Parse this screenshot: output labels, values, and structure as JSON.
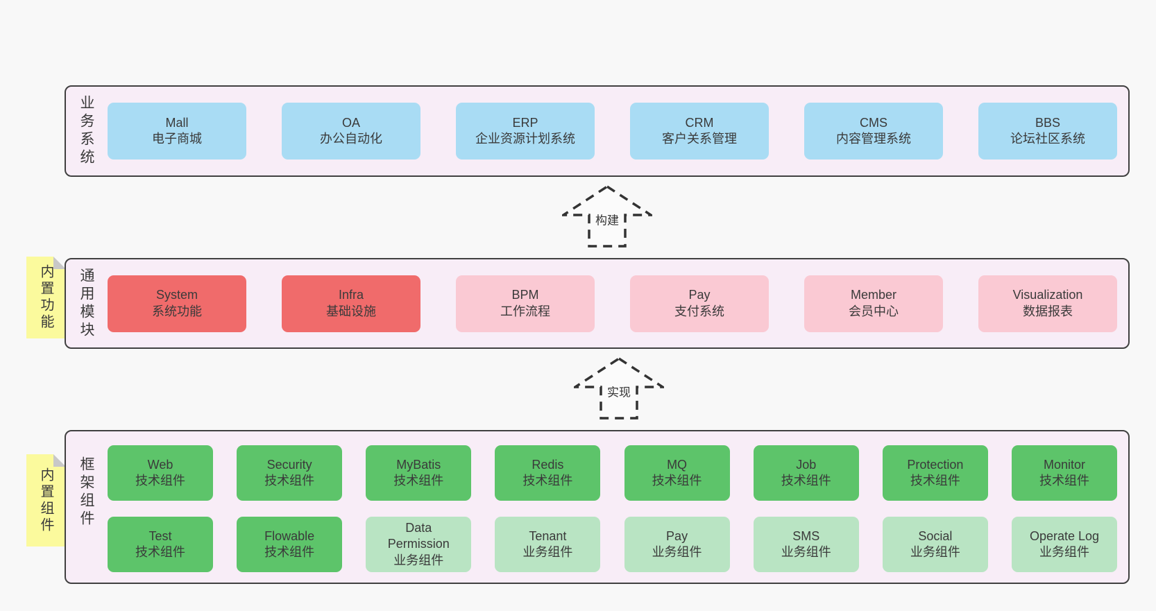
{
  "colors": {
    "page_bg": "#f8f8f8",
    "layer_bg": "#f8edf7",
    "layer_border": "#404040",
    "blue": "#a9dcf4",
    "red": "#f06b6b",
    "pink": "#fac9d3",
    "green": "#5dc46a",
    "lightgreen": "#b9e4c3",
    "note_yellow": "#fbfa9d",
    "note_fold_gray": "#c8c8c8",
    "text": "#3a3a3a"
  },
  "layers": [
    {
      "id": "business-systems",
      "label": "业务系统",
      "boxes": [
        {
          "name": "Mall",
          "desc": "电子商城",
          "variant": "blue"
        },
        {
          "name": "OA",
          "desc": "办公自动化",
          "variant": "blue"
        },
        {
          "name": "ERP",
          "desc": "企业资源计划系统",
          "variant": "blue"
        },
        {
          "name": "CRM",
          "desc": "客户关系管理",
          "variant": "blue"
        },
        {
          "name": "CMS",
          "desc": "内容管理系统",
          "variant": "blue"
        },
        {
          "name": "BBS",
          "desc": "论坛社区系统",
          "variant": "blue"
        }
      ]
    },
    {
      "id": "common-modules",
      "label": "通用模块",
      "note": "内置功能",
      "boxes": [
        {
          "name": "System",
          "desc": "系统功能",
          "variant": "red"
        },
        {
          "name": "Infra",
          "desc": "基础设施",
          "variant": "red"
        },
        {
          "name": "BPM",
          "desc": "工作流程",
          "variant": "pink"
        },
        {
          "name": "Pay",
          "desc": "支付系统",
          "variant": "pink"
        },
        {
          "name": "Member",
          "desc": "会员中心",
          "variant": "pink"
        },
        {
          "name": "Visualization",
          "desc": "数据报表",
          "variant": "pink"
        }
      ]
    },
    {
      "id": "framework-components",
      "label": "框架组件",
      "note": "内置组件",
      "rows": [
        [
          {
            "name": "Web",
            "desc": "技术组件",
            "variant": "green"
          },
          {
            "name": "Security",
            "desc": "技术组件",
            "variant": "green"
          },
          {
            "name": "MyBatis",
            "desc": "技术组件",
            "variant": "green"
          },
          {
            "name": "Redis",
            "desc": "技术组件",
            "variant": "green"
          },
          {
            "name": "MQ",
            "desc": "技术组件",
            "variant": "green"
          },
          {
            "name": "Job",
            "desc": "技术组件",
            "variant": "green"
          },
          {
            "name": "Protection",
            "desc": "技术组件",
            "variant": "green"
          },
          {
            "name": "Monitor",
            "desc": "技术组件",
            "variant": "green"
          }
        ],
        [
          {
            "name": "Test",
            "desc": "技术组件",
            "variant": "green"
          },
          {
            "name": "Flowable",
            "desc": "技术组件",
            "variant": "green"
          },
          {
            "name": "Data\nPermission",
            "desc": "业务组件",
            "variant": "lightgreen"
          },
          {
            "name": "Tenant",
            "desc": "业务组件",
            "variant": "lightgreen"
          },
          {
            "name": "Pay",
            "desc": "业务组件",
            "variant": "lightgreen"
          },
          {
            "name": "SMS",
            "desc": "业务组件",
            "variant": "lightgreen"
          },
          {
            "name": "Social",
            "desc": "业务组件",
            "variant": "lightgreen"
          },
          {
            "name": "Operate Log",
            "desc": "业务组件",
            "variant": "lightgreen"
          }
        ]
      ]
    }
  ],
  "arrows": [
    {
      "label": "构建"
    },
    {
      "label": "实现"
    }
  ]
}
